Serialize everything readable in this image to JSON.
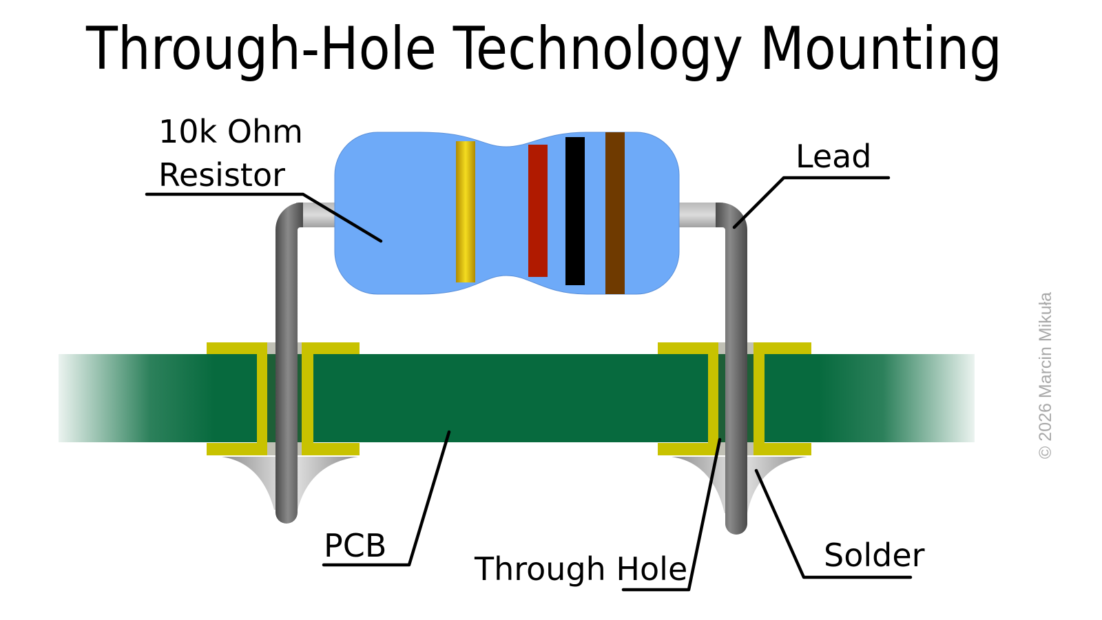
{
  "title": "Through-Hole Technology Mounting",
  "labels": {
    "resistor_line1": "10k Ohm",
    "resistor_line2": "Resistor",
    "lead": "Lead",
    "pcb": "PCB",
    "through_hole": "Through Hole",
    "solder": "Solder"
  },
  "copyright": "© 2026 Marcin Mikuła",
  "colors": {
    "resistor_body": "#6eaaf8",
    "pcb": "#076a3e",
    "copper_pad": "#c8c200",
    "lead": "#666666",
    "solder": "#bdbdbd",
    "band_1": "#e0c000",
    "band_2": "#b01a00",
    "band_3": "#000000",
    "band_4": "#6f3a00"
  }
}
